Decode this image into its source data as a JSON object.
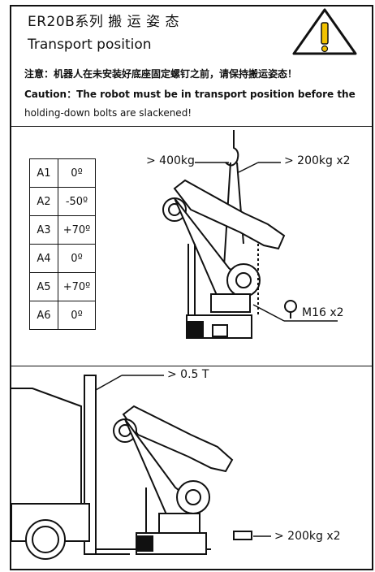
{
  "header": {
    "title_cn": "ER20B系列 搬 运 姿 态",
    "title_en": "Transport position",
    "warning_icon": "warning-triangle-icon"
  },
  "notice": {
    "cn": "注意：机器人在未安装好底座固定螺钉之前，请保持搬运姿态！",
    "en_line1": "Caution：The robot must be in transport position before the",
    "en_line2": "holding-down bolts are slackened!"
  },
  "axis_table": {
    "rows": [
      {
        "axis": "A1",
        "angle": "0º"
      },
      {
        "axis": "A2",
        "angle": "-50º"
      },
      {
        "axis": "A3",
        "angle": "+70º"
      },
      {
        "axis": "A4",
        "angle": "0º"
      },
      {
        "axis": "A5",
        "angle": "+70º"
      },
      {
        "axis": "A6",
        "angle": "0º"
      }
    ]
  },
  "crane_callouts": {
    "hook_load": "> 400kg",
    "sling_load": "> 200kg x2",
    "eyebolt": "M16 x2"
  },
  "forklift_callouts": {
    "forklift_capacity": "> 0.5 T",
    "fork_load": "> 200kg x2"
  }
}
